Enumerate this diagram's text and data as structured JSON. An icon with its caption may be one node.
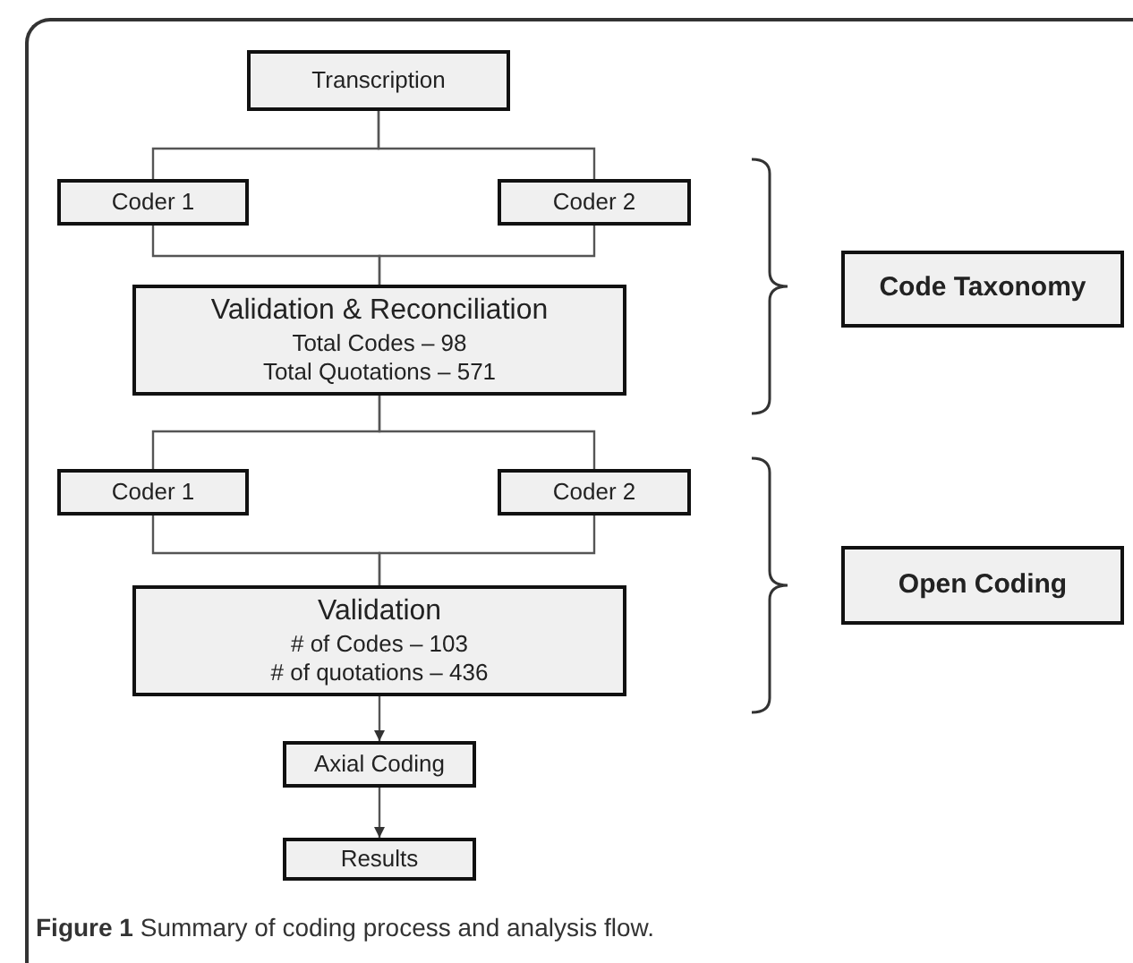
{
  "diagram": {
    "caption": "**Figure 1** Summary of coding process and analysis flow.",
    "nodes": [
      {
        "text": [
          "Transcription"
        ]
      },
      {
        "text": [
          "Coder 1"
        ]
      },
      {
        "text": [
          "Coder 2"
        ]
      },
      {
        "text": [
          "Validation & Reconciliation",
          "Total Codes – 98",
          "Total Quotations – 571"
        ]
      },
      {
        "text": [
          "Coder 1"
        ]
      },
      {
        "text": [
          "Coder 2"
        ]
      },
      {
        "text": [
          "Validation",
          "# of Codes – 103",
          "# of quotations – 436"
        ]
      },
      {
        "text": [
          "Axial Coding"
        ]
      },
      {
        "text": [
          "Results"
        ]
      },
      {
        "text": [
          "Code Taxonomy"
        ]
      },
      {
        "text": [
          "Open Coding"
        ]
      }
    ],
    "edges": [
      {
        "from": 0,
        "to": 1,
        "arrow": "none"
      },
      {
        "from": 0,
        "to": 2,
        "arrow": "none"
      },
      {
        "from": 1,
        "to": 3,
        "arrow": "none"
      },
      {
        "from": 2,
        "to": 3,
        "arrow": "none"
      },
      {
        "from": 3,
        "to": 4,
        "arrow": "none"
      },
      {
        "from": 3,
        "to": 5,
        "arrow": "none"
      },
      {
        "from": 4,
        "to": 6,
        "arrow": "none"
      },
      {
        "from": 5,
        "to": 6,
        "arrow": "none"
      },
      {
        "from": 6,
        "to": 7,
        "arrow": "to"
      },
      {
        "from": 7,
        "to": 8,
        "arrow": "to"
      }
    ]
  }
}
